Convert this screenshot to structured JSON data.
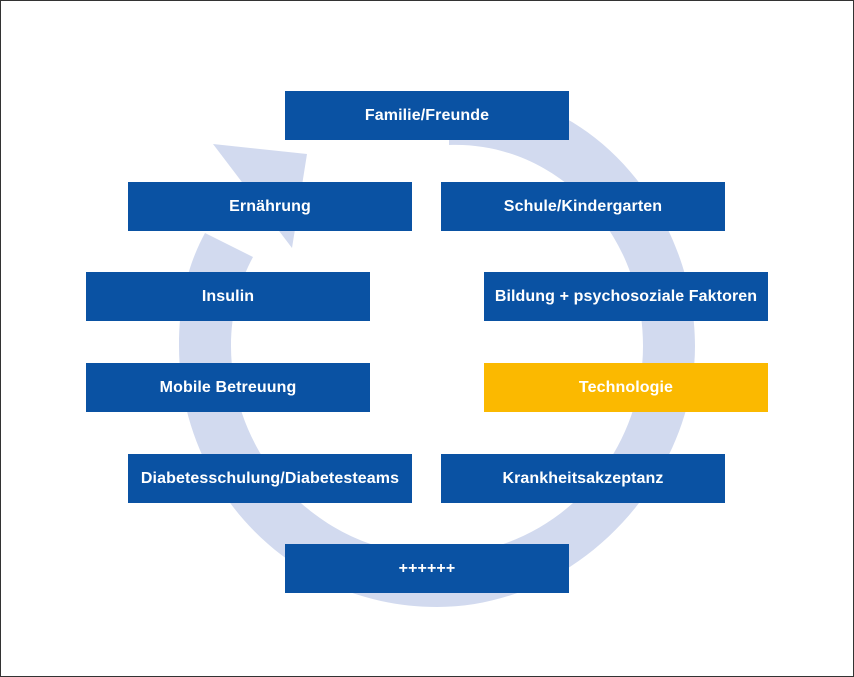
{
  "colors": {
    "box_default": "#0a52a3",
    "box_highlight": "#fbb900",
    "arrow": "#d2daef",
    "text": "#ffffff",
    "frame_border": "#333333"
  },
  "diagram": {
    "arrow_icon": "circular-arrow-icon",
    "boxes": [
      {
        "label": "Familie/Freunde",
        "highlight": false
      },
      {
        "label": "Ernährung",
        "highlight": false
      },
      {
        "label": "Schule/Kindergarten",
        "highlight": false
      },
      {
        "label": "Insulin",
        "highlight": false
      },
      {
        "label": "Bildung + psychosoziale Faktoren",
        "highlight": false
      },
      {
        "label": "Mobile Betreuung",
        "highlight": false
      },
      {
        "label": "Technologie",
        "highlight": true
      },
      {
        "label": "Diabetesschulung/Diabetesteams",
        "highlight": false
      },
      {
        "label": "Krankheitsakzeptanz",
        "highlight": false
      },
      {
        "label": "++++++",
        "highlight": false
      }
    ]
  }
}
